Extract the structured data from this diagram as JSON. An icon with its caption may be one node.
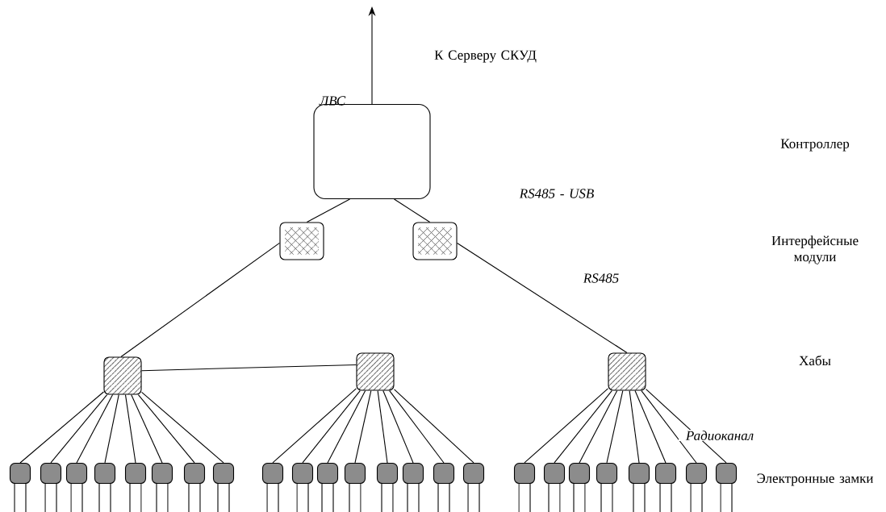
{
  "diagram": {
    "nodes": [
      {
        "text": [],
        "shape": "box"
      },
      {
        "text": [],
        "shape": "box"
      },
      {
        "text": [],
        "shape": "box"
      },
      {
        "text": [],
        "shape": "box"
      },
      {
        "text": [],
        "shape": "box"
      },
      {
        "text": [],
        "shape": "box"
      },
      {
        "text": [],
        "shape": "lock"
      },
      {
        "text": [],
        "shape": "lock"
      },
      {
        "text": [],
        "shape": "lock"
      },
      {
        "text": [],
        "shape": "lock"
      },
      {
        "text": [],
        "shape": "lock"
      },
      {
        "text": [],
        "shape": "lock"
      },
      {
        "text": [],
        "shape": "lock"
      },
      {
        "text": [],
        "shape": "lock"
      },
      {
        "text": [],
        "shape": "lock"
      },
      {
        "text": [],
        "shape": "lock"
      },
      {
        "text": [],
        "shape": "lock"
      },
      {
        "text": [],
        "shape": "lock"
      },
      {
        "text": [],
        "shape": "lock"
      },
      {
        "text": [],
        "shape": "lock"
      },
      {
        "text": [],
        "shape": "lock"
      },
      {
        "text": [],
        "shape": "lock"
      },
      {
        "text": [],
        "shape": "lock"
      },
      {
        "text": [],
        "shape": "lock"
      },
      {
        "text": [],
        "shape": "lock"
      },
      {
        "text": [],
        "shape": "lock"
      },
      {
        "text": [],
        "shape": "lock"
      },
      {
        "text": [],
        "shape": "lock"
      },
      {
        "text": [],
        "shape": "lock"
      },
      {
        "text": [],
        "shape": "lock"
      }
    ],
    "edges": [
      {
        "from": 0,
        "to": null,
        "arrow": "to"
      },
      {
        "from": 0,
        "to": 1,
        "arrow": "none"
      },
      {
        "from": 0,
        "to": 2,
        "arrow": "none"
      },
      {
        "from": 1,
        "to": 3,
        "arrow": "none"
      },
      {
        "from": 2,
        "to": 5,
        "arrow": "none"
      },
      {
        "from": 3,
        "to": 4,
        "arrow": "none"
      },
      {
        "from": 3,
        "to": 6,
        "arrow": "none"
      },
      {
        "from": 3,
        "to": 7,
        "arrow": "none"
      },
      {
        "from": 3,
        "to": 8,
        "arrow": "none"
      },
      {
        "from": 3,
        "to": 9,
        "arrow": "none"
      },
      {
        "from": 3,
        "to": 10,
        "arrow": "none"
      },
      {
        "from": 3,
        "to": 11,
        "arrow": "none"
      },
      {
        "from": 3,
        "to": 12,
        "arrow": "none"
      },
      {
        "from": 3,
        "to": 13,
        "arrow": "none"
      },
      {
        "from": 4,
        "to": 14,
        "arrow": "none"
      },
      {
        "from": 4,
        "to": 15,
        "arrow": "none"
      },
      {
        "from": 4,
        "to": 16,
        "arrow": "none"
      },
      {
        "from": 4,
        "to": 17,
        "arrow": "none"
      },
      {
        "from": 4,
        "to": 18,
        "arrow": "none"
      },
      {
        "from": 4,
        "to": 19,
        "arrow": "none"
      },
      {
        "from": 4,
        "to": 20,
        "arrow": "none"
      },
      {
        "from": 4,
        "to": 21,
        "arrow": "none"
      },
      {
        "from": 5,
        "to": 22,
        "arrow": "none"
      },
      {
        "from": 5,
        "to": 23,
        "arrow": "none"
      },
      {
        "from": 5,
        "to": 24,
        "arrow": "none"
      },
      {
        "from": 5,
        "to": 25,
        "arrow": "none"
      },
      {
        "from": 5,
        "to": 26,
        "arrow": "none"
      },
      {
        "from": 5,
        "to": 27,
        "arrow": "none"
      },
      {
        "from": 5,
        "to": 28,
        "arrow": "none"
      },
      {
        "from": 5,
        "to": 29,
        "arrow": "none"
      }
    ],
    "labels": [
      "К Серверу СКУД",
      "ЛВС",
      "Контроллер",
      "RS485 - USB",
      "Интерфейсные модули",
      "RS485",
      "Хабы",
      "Радиоканал",
      "Электронные замки"
    ]
  }
}
